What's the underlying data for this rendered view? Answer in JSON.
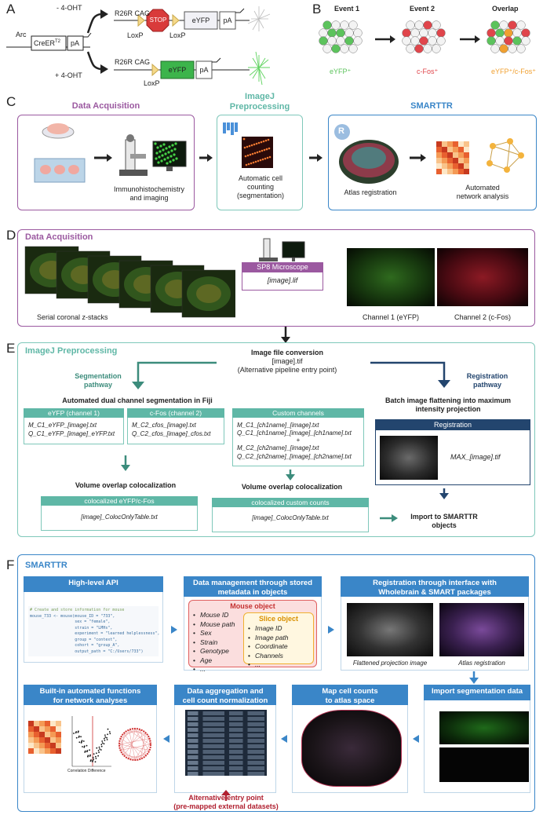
{
  "panels": {
    "A": "A",
    "B": "B",
    "C": "C",
    "D": "D",
    "E": "E",
    "F": "F"
  },
  "panelA": {
    "minus_oht": "- 4-OHT",
    "plus_oht": "+ 4-OHT",
    "arc": "Arc",
    "creert2": "CreER",
    "creert2_sup": "T2",
    "pa": "pA",
    "r26r_cag": "R26R CAG",
    "stop": "STOP",
    "eyfp": "eYFP",
    "loxp": "LoxP"
  },
  "panelB": {
    "event1": "Event 1",
    "event2": "Event 2",
    "overlap": "Overlap",
    "eyfp_label": "eYFP⁺",
    "cfos_label": "c-Fos⁺",
    "overlap_label": "eYFP⁺/c-Fos⁺",
    "colors": {
      "green": "#5cc35c",
      "red": "#e0454b",
      "orange": "#f0a030",
      "grey": "#f3f3f3"
    }
  },
  "panelC": {
    "data_acquisition": "Data Acquisition",
    "imagej": "ImageJ\nPreprocessing",
    "smarttr": "SMARTTR",
    "ihc": "Immunohistochemistry\nand imaging",
    "auto_count": "Automatic cell\ncounting\n(segmentation)",
    "atlas_reg": "Atlas registration",
    "network": "Automated\nnetwork analysis",
    "r_logo": "R",
    "colors": {
      "purple": "#9b59a0",
      "teal": "#5fb7a6",
      "blue": "#3a86c8"
    }
  },
  "panelD": {
    "title": "Data Acquisition",
    "serial": "Serial coronal z-stacks",
    "microscope": "SP8 Microscope",
    "lif": "[image].lif",
    "ch1": "Channel 1 (eYFP)",
    "ch2": "Channel 2 (c-Fos)"
  },
  "panelE": {
    "title": "ImageJ Preprocessing",
    "conversion_title": "Image file conversion",
    "conversion_file": "[image].tif",
    "conversion_note": "(Alternative pipeline entry point)",
    "seg_pathway": "Segmentation\npathway",
    "reg_pathway": "Registration\npathway",
    "auto_dual": "Automated dual channel segmentation in Fiji",
    "eyfp_head": "eYFP (channel 1)",
    "eyfp_files": [
      "M_C1_eYFP_[image].txt",
      "Q_C1_eYFP_[image]_eYFP.txt"
    ],
    "cfos_head": "c-Fos (channel 2)",
    "cfos_files": [
      "M_C2_cfos_[image].txt",
      "Q_C2_cfos_[image]_cfos.txt"
    ],
    "custom_head": "Custom channels",
    "custom_files": [
      "M_C1_[ch1name]_[image].txt",
      "Q_C1_[ch1name]_[image]_[ch1name].txt",
      "+",
      "M_C2_[ch2name]_[image].txt",
      "Q_C2_[ch2name]_[image]_[ch2name].txt"
    ],
    "volume1": "Volume overlap colocalization",
    "volume2": "Volume overlap colocalization",
    "coloc_head1": "colocalized eYFP/c-Fos",
    "coloc_file1": "[image]_ColocOnlyTable.txt",
    "coloc_head2": "colocalized  custom counts",
    "coloc_file2": "[image]_ColocOnlyTable.txt",
    "batch": "Batch image flattening into maximum\nintensity projection",
    "registration_head": "Registration",
    "max_file": "MAX_[image].tif",
    "import": "Import to SMARTTR\nobjects"
  },
  "panelF": {
    "title": "SMARTTR",
    "api_head": "High-level API",
    "code": [
      "# Create and store information for mouse",
      "mouse_733 <- mouse(mouse_ID = \"733\",",
      "                   sex = \"female\",",
      "                   strain = \"LMHs\",",
      "                   experiment = \"learned helplessness\",",
      "                   group = \"context\",",
      "                   cohort = \"group_A\",",
      "                   output_path = \"C:/Users/733\")"
    ],
    "data_mgmt_head": "Data management through stored\nmetadata in objects",
    "mouse_object": "Mouse object",
    "mouse_items": [
      "Mouse ID",
      "Mouse path",
      "Sex",
      "Strain",
      "Genotype",
      "Age",
      "..."
    ],
    "slice_object": "Slice object",
    "slice_items": [
      "Image ID",
      "Image path",
      "Coordinate",
      "Channels",
      "..."
    ],
    "reg_head": "Registration through interface with\nWholebrain  & SMART packages",
    "flattened": "Flattened projection image",
    "atlas_reg": "Atlas registration",
    "import_head": "Import segmentation data",
    "map_head": "Map cell counts\nto atlas space",
    "agg_head": "Data aggregation and\ncell count normalization",
    "builtin_head": "Built-in automated functions\nfor network analyses",
    "corr_diff": "Correlation Difference",
    "alt_entry": "Alternative entry point\n(pre-mapped external datasets)"
  }
}
